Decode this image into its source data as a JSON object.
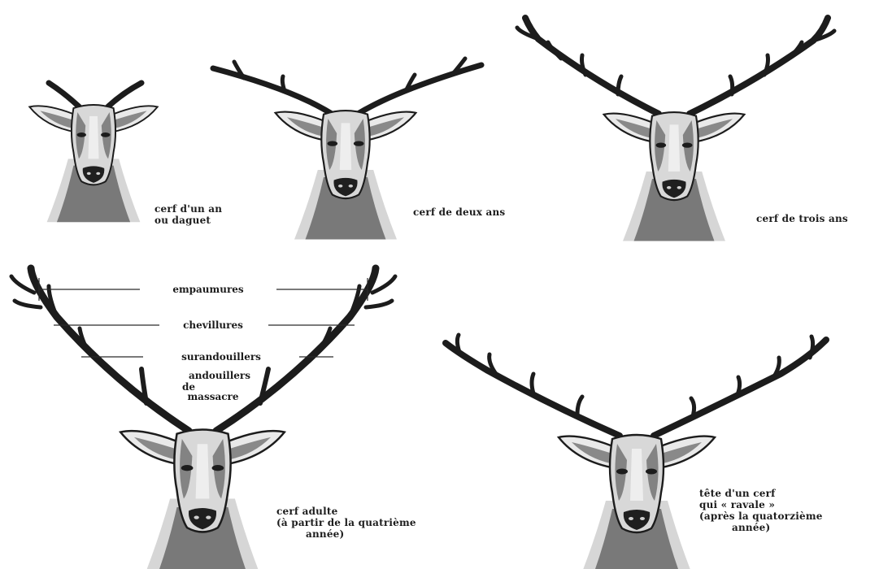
{
  "heads": [
    {
      "id": "one-year",
      "caption": [
        "cerf d'un an",
        "ou daguet"
      ]
    },
    {
      "id": "two-years",
      "caption": [
        "cerf de deux ans"
      ]
    },
    {
      "id": "three-years",
      "caption": [
        "cerf de trois ans"
      ]
    },
    {
      "id": "adult",
      "caption": [
        "cerf adulte",
        "(à partir de la quatrième",
        "année)"
      ]
    },
    {
      "id": "old-stag",
      "caption": [
        "tête d'un cerf",
        "qui « ravale »",
        "(après la quatorzième",
        "année)"
      ]
    }
  ],
  "antler_labels": {
    "empaumures": "empaumures",
    "chevillures": "chevillures",
    "surandouillers": "surandouillers",
    "andouillers_line1": "andouillers",
    "andouillers_line2": "de",
    "andouillers_line3": "massacre"
  },
  "colors": {
    "ink": "#1c1c1c",
    "shade": "#3a3a3a",
    "paper": "#ffffff"
  }
}
